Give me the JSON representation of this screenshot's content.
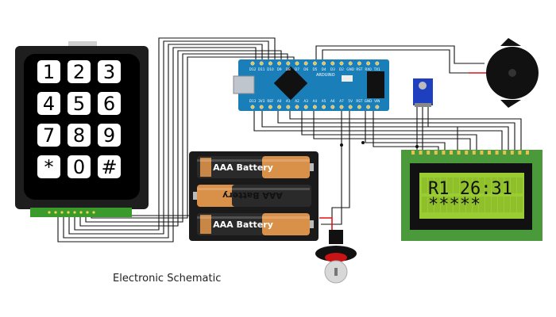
{
  "caption": "Electronic Schematic",
  "keypad": {
    "keys": [
      "1",
      "2",
      "3",
      "4",
      "5",
      "6",
      "7",
      "8",
      "9",
      "*",
      "0",
      "#"
    ],
    "body_color": "#1e1e1e",
    "key_color": "#ffffff"
  },
  "batteries": [
    {
      "label": "AAA Battery",
      "orientation": "normal"
    },
    {
      "label": "AAA Battery",
      "orientation": "flipped"
    },
    {
      "label": "AAA Battery",
      "orientation": "normal"
    }
  ],
  "arduino": {
    "board_color": "#1a7fb8",
    "chip_label": "ARDUINO",
    "pin_labels_top": [
      "D12",
      "D11",
      "D10",
      "D9",
      "D8",
      "D7",
      "D6",
      "D5",
      "D4",
      "D3",
      "D2",
      "GND",
      "RST",
      "RX0",
      "TX1"
    ],
    "pin_labels_bottom": [
      "D13",
      "3V3",
      "REF",
      "A0",
      "A1",
      "A2",
      "A3",
      "A4",
      "A5",
      "A6",
      "A7",
      "5V",
      "RST",
      "GND",
      "VIN"
    ]
  },
  "lcd": {
    "line1": "R1 26:31",
    "line2": "*****",
    "screen_color": "#9acd32",
    "board_color": "#4a9a3c"
  },
  "colors": {
    "wire": "#111111",
    "wire_red": "#e01010",
    "potentiometer": "#1e3fbf",
    "buzzer": "#111111",
    "switch_red": "#c81414"
  }
}
